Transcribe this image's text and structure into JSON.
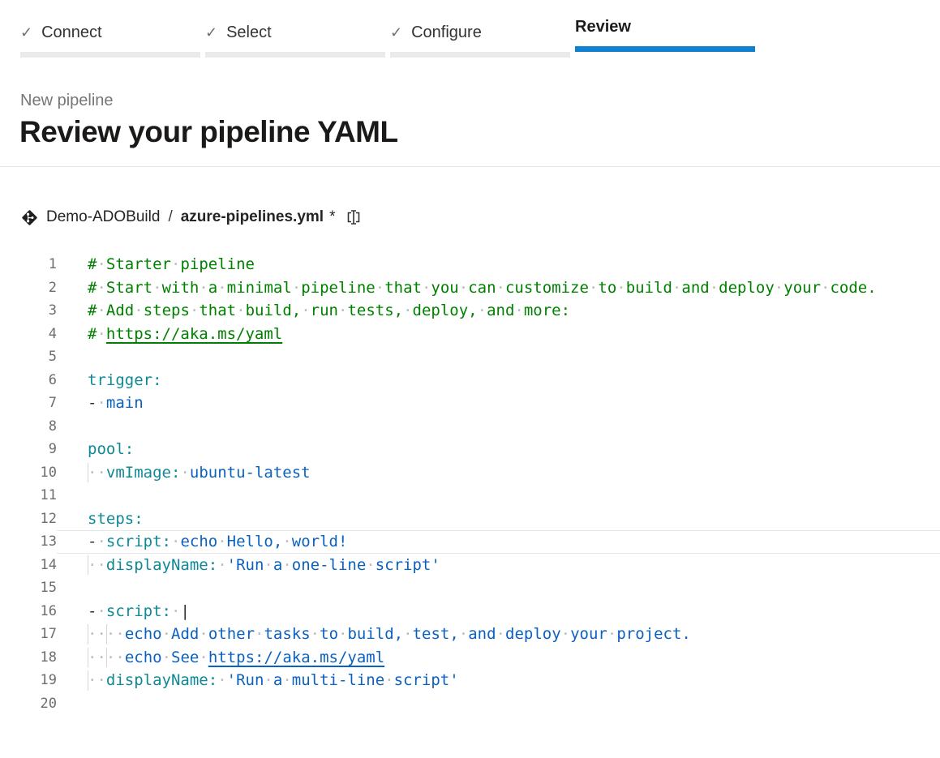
{
  "stepper": {
    "check_icon": "✓",
    "accent_color": "#1081d0",
    "inactive_bar_color": "#eaeaea",
    "steps": [
      {
        "label": "Connect",
        "completed": true,
        "active": false
      },
      {
        "label": "Select",
        "completed": true,
        "active": false
      },
      {
        "label": "Configure",
        "completed": true,
        "active": false
      },
      {
        "label": "Review",
        "completed": false,
        "active": true
      }
    ]
  },
  "header": {
    "eyebrow": "New pipeline",
    "title": "Review your pipeline YAML"
  },
  "breadcrumb": {
    "repo_icon": "azure-repos-icon",
    "repo": "Demo-ADOBuild",
    "separator": "/",
    "file": "azure-pipelines.yml",
    "dirty_marker": "*",
    "copy_icon": "copy-file-icon"
  },
  "editor": {
    "language": "yaml",
    "current_line": 13,
    "colors": {
      "comment": "#008000",
      "key": "#0e8997",
      "value": "#0b61c0",
      "plain": "#2e2e2e",
      "line_number": "#6e6e6e",
      "whitespace_dot": "#bdbdbd",
      "indent_guide": "#d6d6d6",
      "current_line_border": "#e8e8e8"
    },
    "lines": [
      {
        "n": 1,
        "guides": [],
        "segments": [
          {
            "t": "comment",
            "s": "# Starter pipeline"
          }
        ]
      },
      {
        "n": 2,
        "guides": [],
        "segments": [
          {
            "t": "comment",
            "s": "# Start with a minimal pipeline that you can customize to build and deploy your code."
          }
        ]
      },
      {
        "n": 3,
        "guides": [],
        "segments": [
          {
            "t": "comment",
            "s": "# Add steps that build, run tests, deploy, and more:"
          }
        ]
      },
      {
        "n": 4,
        "guides": [],
        "segments": [
          {
            "t": "comment",
            "s": "# "
          },
          {
            "t": "comment",
            "s": "https://aka.ms/yaml",
            "link": true
          }
        ]
      },
      {
        "n": 5,
        "guides": [],
        "segments": []
      },
      {
        "n": 6,
        "guides": [],
        "segments": [
          {
            "t": "key",
            "s": "trigger:"
          }
        ]
      },
      {
        "n": 7,
        "guides": [],
        "segments": [
          {
            "t": "plain",
            "s": "- "
          },
          {
            "t": "value",
            "s": "main"
          }
        ]
      },
      {
        "n": 8,
        "guides": [],
        "segments": []
      },
      {
        "n": 9,
        "guides": [],
        "segments": [
          {
            "t": "key",
            "s": "pool:"
          }
        ]
      },
      {
        "n": 10,
        "guides": [
          0
        ],
        "segments": [
          {
            "t": "plain",
            "s": "  "
          },
          {
            "t": "key",
            "s": "vmImage:"
          },
          {
            "t": "plain",
            "s": " "
          },
          {
            "t": "value",
            "s": "ubuntu-latest"
          }
        ]
      },
      {
        "n": 11,
        "guides": [],
        "segments": []
      },
      {
        "n": 12,
        "guides": [],
        "segments": [
          {
            "t": "key",
            "s": "steps:"
          }
        ]
      },
      {
        "n": 13,
        "guides": [],
        "segments": [
          {
            "t": "plain",
            "s": "- "
          },
          {
            "t": "key",
            "s": "script:"
          },
          {
            "t": "plain",
            "s": " "
          },
          {
            "t": "value",
            "s": "echo Hello, world!"
          }
        ]
      },
      {
        "n": 14,
        "guides": [
          0
        ],
        "segments": [
          {
            "t": "plain",
            "s": "  "
          },
          {
            "t": "key",
            "s": "displayName:"
          },
          {
            "t": "plain",
            "s": " "
          },
          {
            "t": "value",
            "s": "'Run a one-line script'"
          }
        ]
      },
      {
        "n": 15,
        "guides": [],
        "segments": []
      },
      {
        "n": 16,
        "guides": [],
        "segments": [
          {
            "t": "plain",
            "s": "- "
          },
          {
            "t": "key",
            "s": "script:"
          },
          {
            "t": "plain",
            "s": " |"
          }
        ]
      },
      {
        "n": 17,
        "guides": [
          0,
          2
        ],
        "segments": [
          {
            "t": "plain",
            "s": "    "
          },
          {
            "t": "value",
            "s": "echo Add other tasks to build, test, and deploy your project."
          }
        ]
      },
      {
        "n": 18,
        "guides": [
          0,
          2
        ],
        "segments": [
          {
            "t": "plain",
            "s": "    "
          },
          {
            "t": "value",
            "s": "echo See "
          },
          {
            "t": "value",
            "s": "https://aka.ms/yaml",
            "link": true
          }
        ]
      },
      {
        "n": 19,
        "guides": [
          0
        ],
        "segments": [
          {
            "t": "plain",
            "s": "  "
          },
          {
            "t": "key",
            "s": "displayName:"
          },
          {
            "t": "plain",
            "s": " "
          },
          {
            "t": "value",
            "s": "'Run a multi-line script'"
          }
        ]
      },
      {
        "n": 20,
        "guides": [],
        "segments": []
      }
    ]
  }
}
